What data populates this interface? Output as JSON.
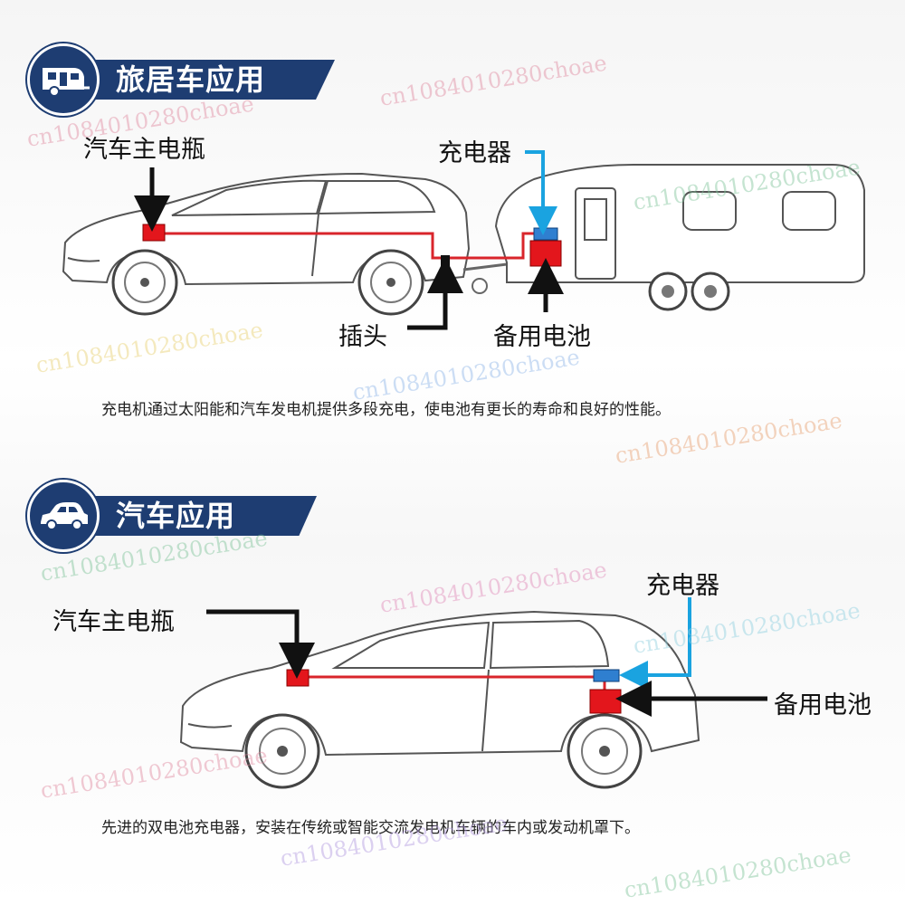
{
  "rv_section": {
    "title": "旅居车应用",
    "labels": {
      "main_battery": "汽车主电瓶",
      "charger": "充电器",
      "plug": "插头",
      "backup_battery": "备用电池"
    },
    "caption": "充电机通过太阳能和汽车发电机提供多段充电，使电池有更长的寿命和良好的性能。"
  },
  "car_section": {
    "title": "汽车应用",
    "labels": {
      "main_battery": "汽车主电瓶",
      "charger": "充电器",
      "backup_battery": "备用电池"
    },
    "caption": "先进的双电池充电器，安装在传统或智能交流发电机车辆的车内或发动机罩下。"
  },
  "watermark": "cn1084010280choae",
  "colors": {
    "banner": "#1e3d72",
    "wire": "#d9252b",
    "battery": "#e3161c",
    "charger": "#2f7fd0",
    "charger_arrow": "#1aa3e0",
    "arrow": "#111111"
  },
  "icons": [
    "camper-trailer-icon",
    "car-icon"
  ]
}
